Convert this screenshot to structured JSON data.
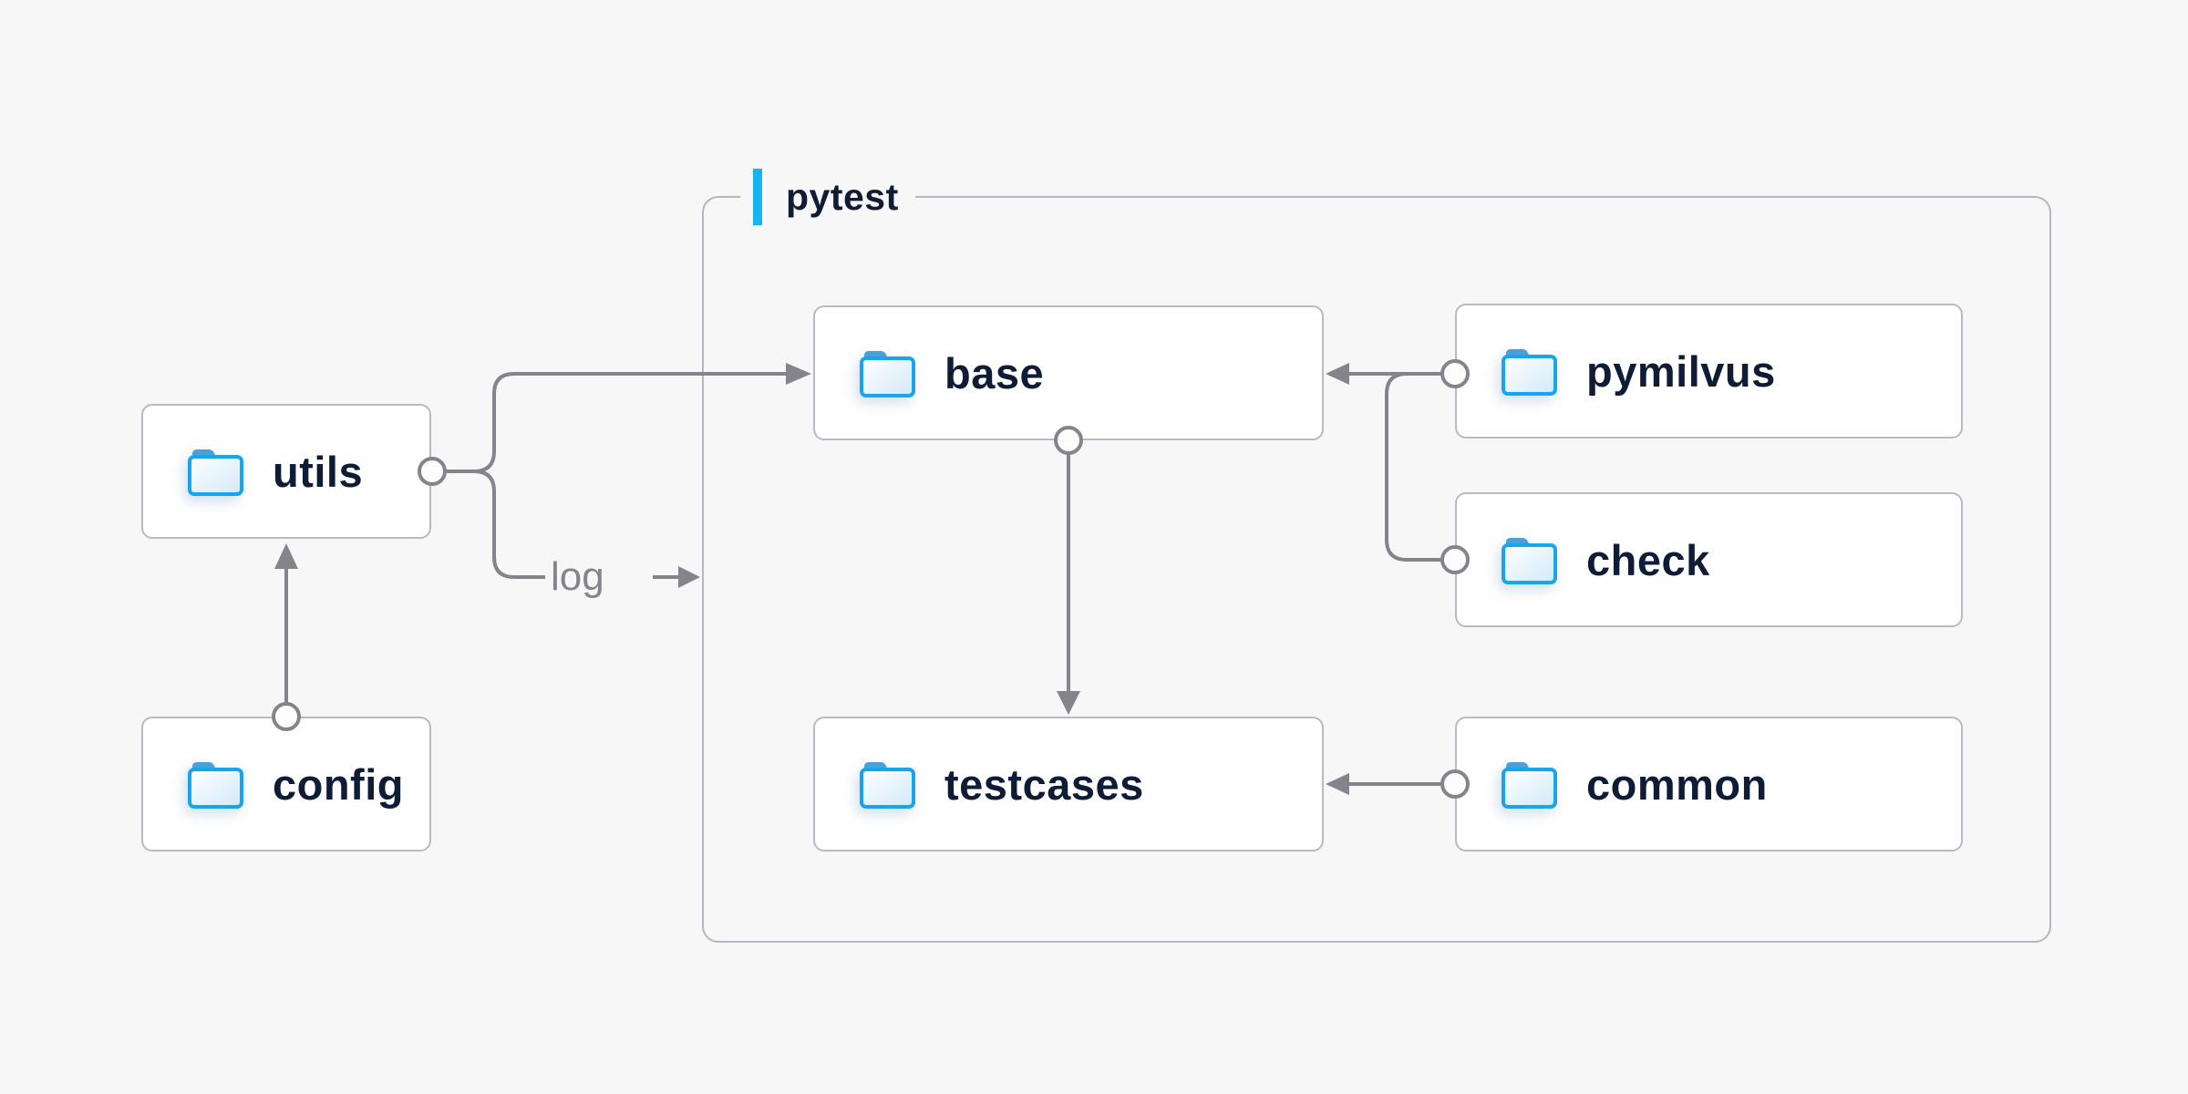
{
  "diagram": {
    "background": "#f7f7f8",
    "group": {
      "label": "pytest",
      "accent_color": "#18b3f5",
      "border_color": "#b6b5c0",
      "children": [
        "base",
        "testcases",
        "pymilvus",
        "check",
        "common"
      ]
    },
    "nodes": {
      "utils": {
        "label": "utils",
        "icon": "folder-icon"
      },
      "config": {
        "label": "config",
        "icon": "folder-icon"
      },
      "base": {
        "label": "base",
        "icon": "folder-icon"
      },
      "testcases": {
        "label": "testcases",
        "icon": "folder-icon"
      },
      "pymilvus": {
        "label": "pymilvus",
        "icon": "folder-icon"
      },
      "check": {
        "label": "check",
        "icon": "folder-icon"
      },
      "common": {
        "label": "common",
        "icon": "folder-icon"
      }
    },
    "edges": [
      {
        "from": "config",
        "to": "utils",
        "style": "arrow",
        "label": ""
      },
      {
        "from": "utils",
        "to": "base",
        "style": "arrow",
        "label": ""
      },
      {
        "from": "utils",
        "to": "pytest",
        "style": "arrow",
        "label": "log"
      },
      {
        "from": "pymilvus",
        "to": "base",
        "style": "arrow",
        "label": ""
      },
      {
        "from": "check",
        "to": "base",
        "style": "arrow",
        "label": ""
      },
      {
        "from": "base",
        "to": "testcases",
        "style": "arrow",
        "label": ""
      },
      {
        "from": "common",
        "to": "testcases",
        "style": "arrow",
        "label": ""
      }
    ],
    "colors": {
      "node_fill": "#ffffff",
      "node_border": "#bab9c3",
      "group_border": "#b6b5c0",
      "connector": "#84848d",
      "label_text": "#0e1c36",
      "log_text": "#84848d",
      "folder_stroke": "#17a6ee",
      "folder_tab": "#4aa0d8",
      "folder_fill_light": "#ffffff",
      "folder_fill_dark": "#d2e9f9"
    }
  }
}
